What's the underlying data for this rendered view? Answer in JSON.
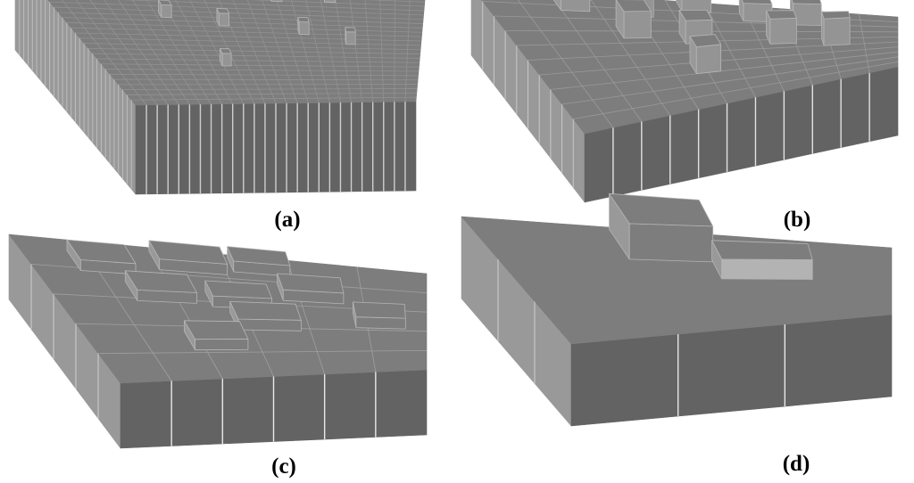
{
  "panels": [
    {
      "id": "a",
      "label": "(a)"
    },
    {
      "id": "b",
      "label": "(b)"
    },
    {
      "id": "c",
      "label": "(c)"
    },
    {
      "id": "d",
      "label": "(d)"
    }
  ],
  "colors": {
    "background": "#ffffff",
    "top_face": "#7d7d7d",
    "front_face": "#636363",
    "left_face": "#999999",
    "tower_front": "#949494",
    "seam": "#e6e6e6",
    "caption": "#000000"
  }
}
